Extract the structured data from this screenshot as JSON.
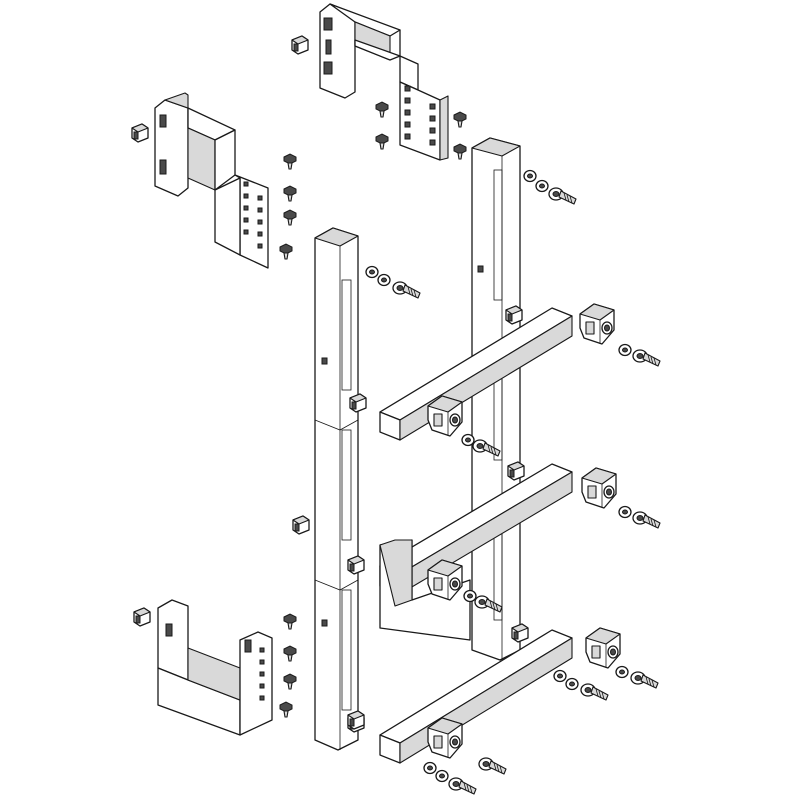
{
  "figure": {
    "type": "exploded-assembly-drawing",
    "colors": {
      "line": "#1a1a1a",
      "fill": "#ffffff",
      "shade": "#d9d9d9",
      "dark": "#4a4a4a"
    },
    "parts": [
      {
        "name": "upper-angle-bracket-right",
        "icon": "bracket-icon"
      },
      {
        "name": "upper-angle-bracket-left",
        "icon": "bracket-icon"
      },
      {
        "name": "lower-u-bracket",
        "icon": "bracket-icon"
      },
      {
        "name": "front-vertical-rail",
        "icon": "rail-icon"
      },
      {
        "name": "rear-vertical-rail",
        "icon": "rail-icon"
      },
      {
        "name": "horizontal-busbar-support",
        "count": 3,
        "icon": "busbar-support-icon"
      },
      {
        "name": "clamp-block",
        "icon": "clamp-icon"
      },
      {
        "name": "cage-nut",
        "icon": "cage-nut-icon"
      },
      {
        "name": "hex-socket-screw",
        "icon": "screw-icon"
      },
      {
        "name": "washer",
        "icon": "washer-icon"
      },
      {
        "name": "self-tapping-screw",
        "icon": "screw-icon"
      }
    ]
  }
}
